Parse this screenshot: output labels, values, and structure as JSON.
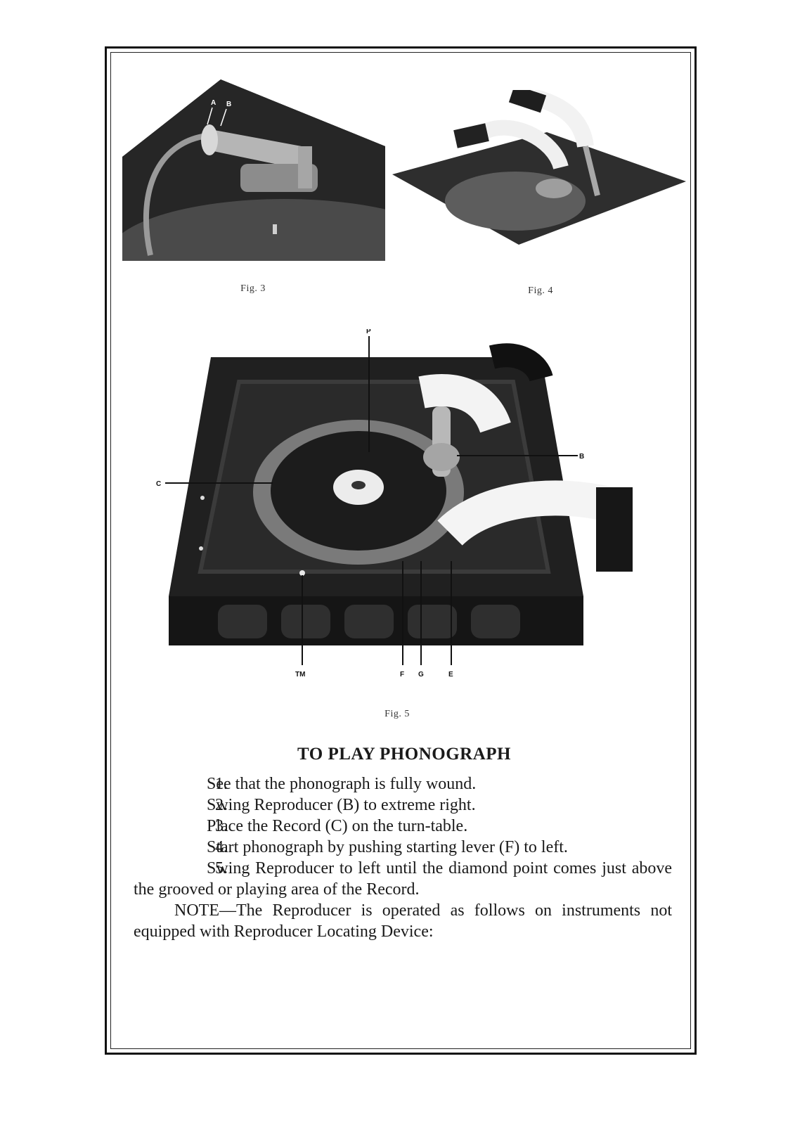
{
  "figures": {
    "fig3": {
      "caption": "Fig. 3",
      "callouts": {
        "a": "A",
        "b": "B"
      }
    },
    "fig4": {
      "caption": "Fig. 4"
    },
    "fig5": {
      "caption": "Fig. 5",
      "callouts": {
        "p": "P",
        "b": "B",
        "c": "C",
        "tm": "TM",
        "f": "F",
        "g": "G",
        "e": "E"
      }
    }
  },
  "section": {
    "title": "TO PLAY PHONOGRAPH",
    "steps": [
      {
        "num": "1.",
        "text": "See that the phonograph is fully wound."
      },
      {
        "num": "2.",
        "text": "Swing Reproducer (B) to extreme right."
      },
      {
        "num": "3.",
        "text": "Place the Record (C) on the turn-table."
      },
      {
        "num": "4.",
        "text": "Start phonograph by pushing starting lever (F) to left."
      },
      {
        "num": "5.",
        "text": "Swing Reproducer to left until the diamond point comes just above the grooved or playing area of the Record."
      }
    ],
    "note": "NOTE—The Reproducer is operated as follows on instruments not equipped with Reproducer Locating Device:"
  }
}
